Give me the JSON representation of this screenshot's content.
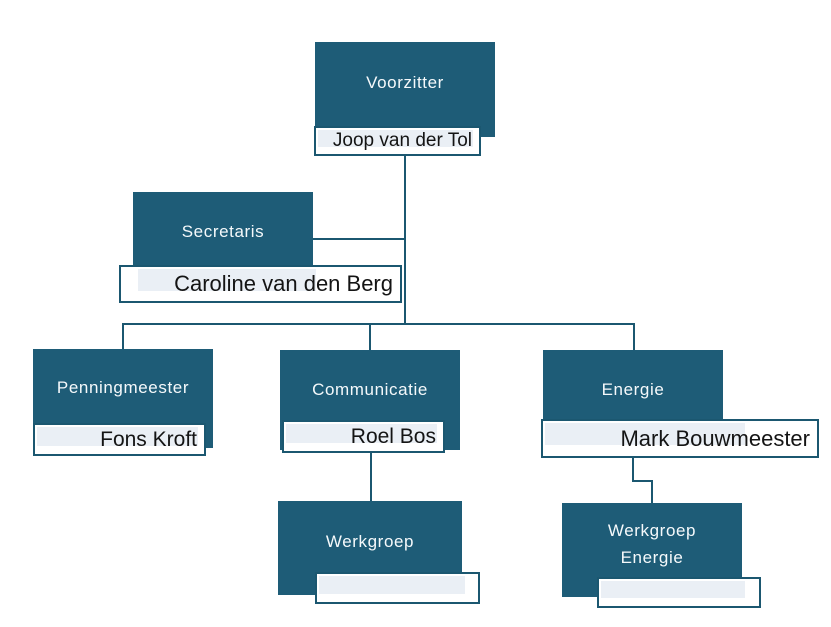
{
  "diagram_type": "organization-chart",
  "colors": {
    "node_fill": "#1e5c77",
    "line_and_border": "#1b5770",
    "name_stripe": "#eaeff5",
    "role_text": "#f5f9fb",
    "name_text": "#141414",
    "background": "#ffffff"
  },
  "nodes": [
    {
      "id": "voorzitter",
      "role": "Voorzitter",
      "name": "Joop van der Tol"
    },
    {
      "id": "secretaris",
      "role": "Secretaris",
      "name": "Caroline van den Berg"
    },
    {
      "id": "penningmeester",
      "role": "Penningmeester",
      "name": "Fons Kroft"
    },
    {
      "id": "communicatie",
      "role": "Communicatie",
      "name": "Roel Bos"
    },
    {
      "id": "energie",
      "role": "Energie",
      "name": "Mark Bouwmeester"
    },
    {
      "id": "werkgroep",
      "role": "Werkgroep",
      "name": ""
    },
    {
      "id": "werkgroep-energie",
      "role": "Werkgroep Energie",
      "name": ""
    }
  ],
  "edges": [
    {
      "from": "Voorzitter",
      "to": "Secretaris"
    },
    {
      "from": "Voorzitter",
      "to": "Penningmeester"
    },
    {
      "from": "Voorzitter",
      "to": "Communicatie"
    },
    {
      "from": "Voorzitter",
      "to": "Energie"
    },
    {
      "from": "Communicatie",
      "to": "Werkgroep"
    },
    {
      "from": "Energie",
      "to": "Werkgroep Energie"
    }
  ]
}
